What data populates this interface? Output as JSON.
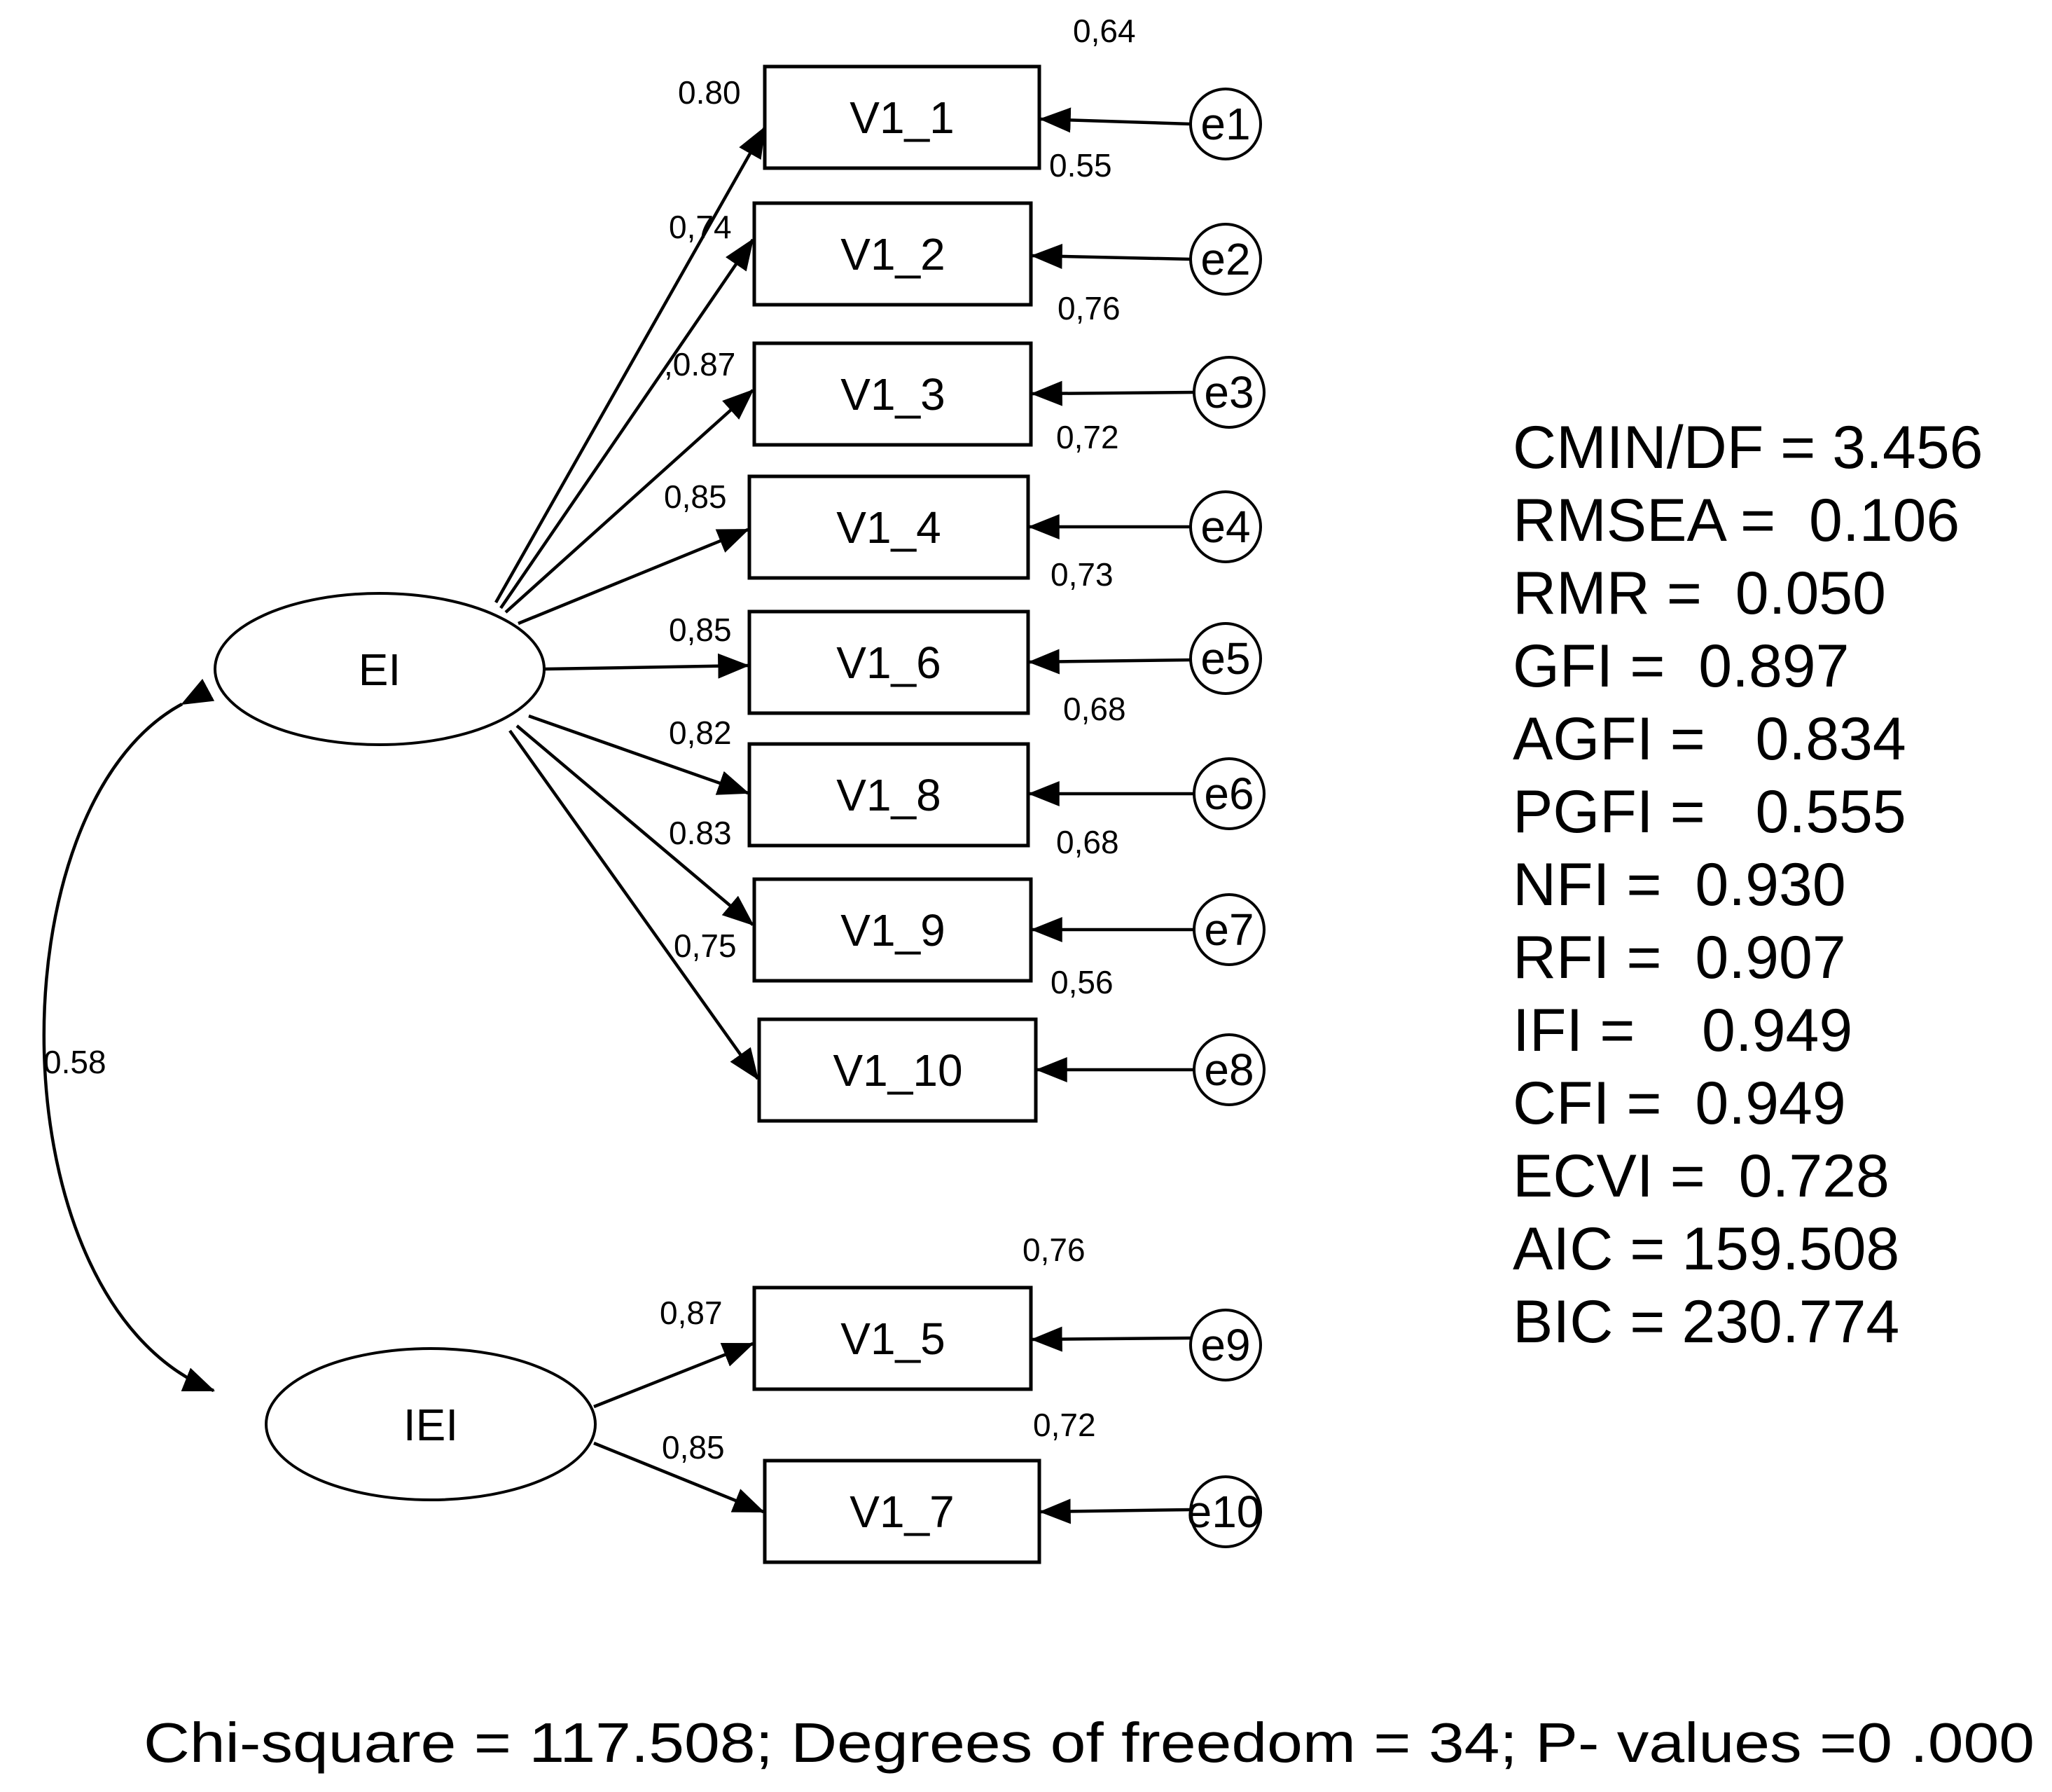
{
  "latents": [
    {
      "id": "EI",
      "label": "EI"
    },
    {
      "id": "IEI",
      "label": "IEI"
    }
  ],
  "observed": [
    {
      "label": "V1_1",
      "loading": "0.80",
      "r2": "0,64",
      "error": "e1",
      "error_path": "0.55"
    },
    {
      "label": "V1_2",
      "loading": "0,74",
      "r2": "",
      "error": "e2",
      "error_path": "0,76"
    },
    {
      "label": "V1_3",
      "loading": ",0.87",
      "r2": "",
      "error": "e3",
      "error_path": "0,72"
    },
    {
      "label": "V1_4",
      "loading": "0,85",
      "r2": "",
      "error": "e4",
      "error_path": "0,73"
    },
    {
      "label": "V1_6",
      "loading": "0,85",
      "r2": "",
      "error": "e5",
      "error_path": "0,68"
    },
    {
      "label": "V1_8",
      "loading": "0,82",
      "r2": "",
      "error": "e6",
      "error_path": "0,68"
    },
    {
      "label": "V1_9",
      "loading": "0.83",
      "r2": "",
      "error": "e7",
      "error_path": "0,56"
    },
    {
      "label": "V1_10",
      "loading": "0,75",
      "r2": "",
      "error": "e8",
      "error_path": ""
    },
    {
      "label": "V1_5",
      "loading": "0,87",
      "r2": "0,76",
      "error": "e9",
      "error_path": ""
    },
    {
      "label": "V1_7",
      "loading": "0,85",
      "r2": "0,72",
      "error": "e10",
      "error_path": ""
    }
  ],
  "covariance": {
    "label": "0.58"
  },
  "fit_indices": [
    "CMIN/DF = 3.456",
    "RMSEA =  0.106",
    "RMR =  0.050",
    "GFI =  0.897",
    "AGFI =   0.834",
    "PGFI =   0.555",
    "NFI =  0.930",
    "RFI =  0.907",
    "IFI =    0.949",
    "CFI =  0.949",
    "ECVI =  0.728",
    "AIC = 159.508",
    "BIC = 230.774"
  ],
  "footer": "Chi-square = 117.508; Degrees of freedom = 34; P- values =0 .000"
}
